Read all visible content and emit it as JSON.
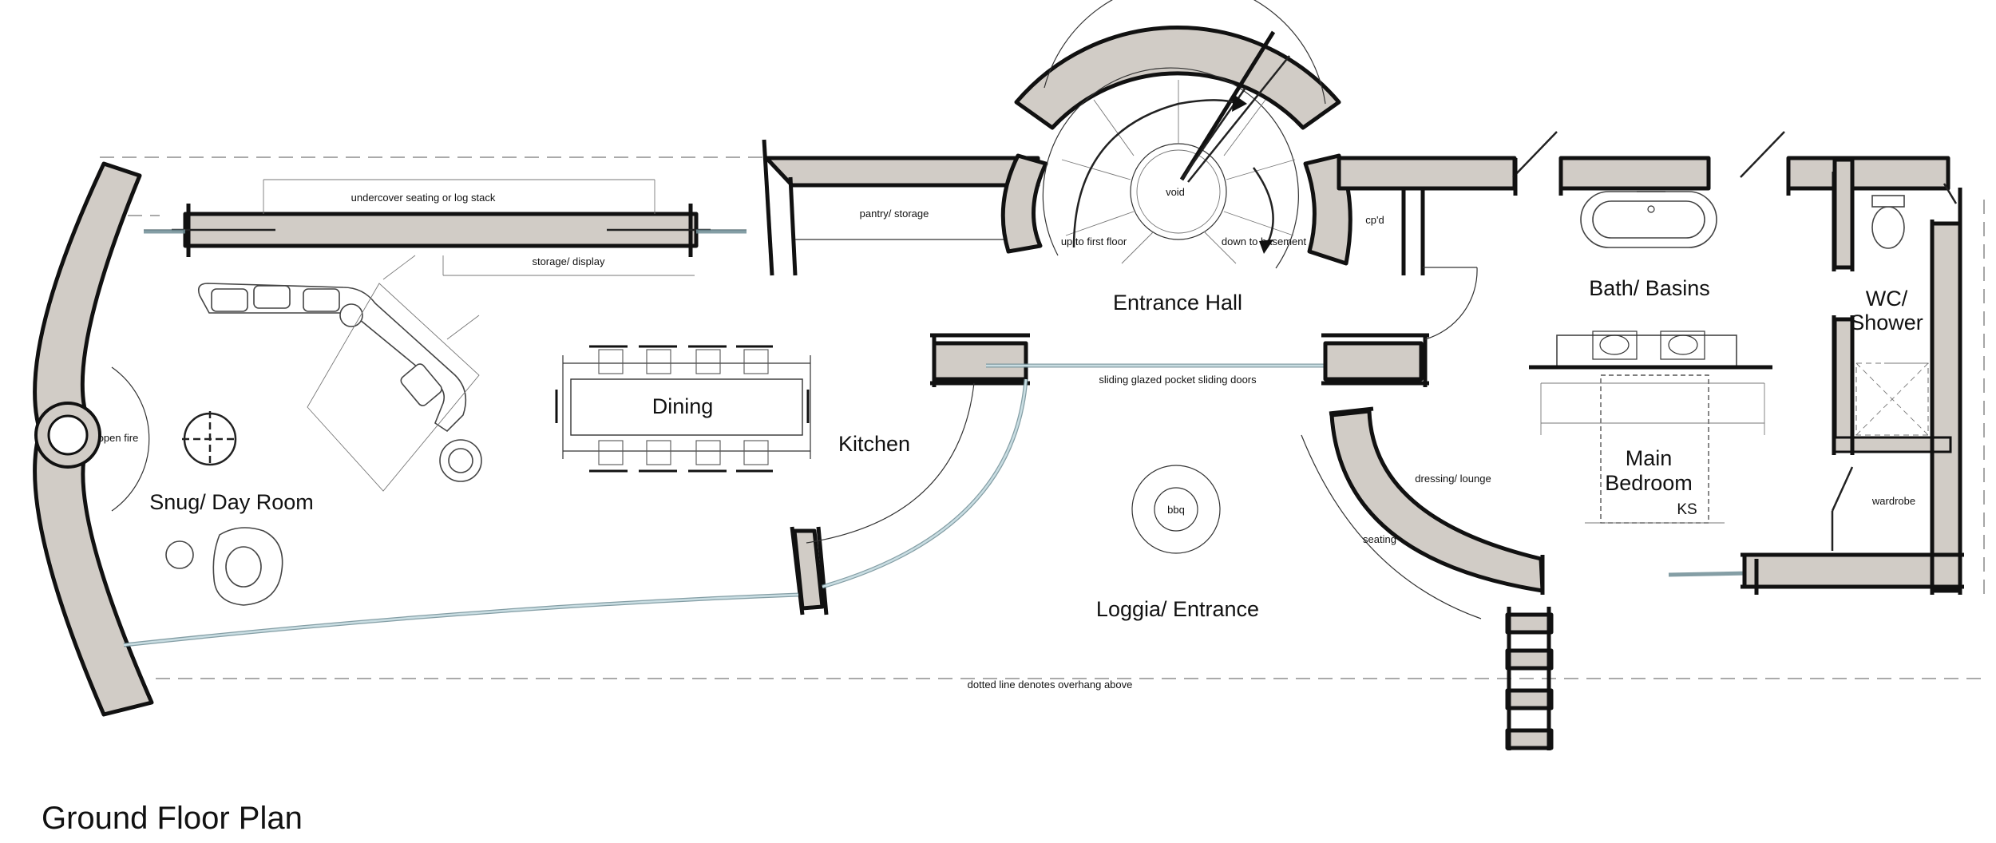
{
  "title": "Ground Floor Plan",
  "rooms": {
    "snug": "Snug/ Day Room",
    "dining": "Dining",
    "kitchen": "Kitchen",
    "entrance_hall": "Entrance Hall",
    "loggia": "Loggia/ Entrance",
    "bath": "Bath/ Basins",
    "wc_line1": "WC/",
    "wc_line2": "Shower",
    "bedroom_line1": "Main",
    "bedroom_line2": "Bedroom",
    "bedroom_bed": "KS"
  },
  "notes": {
    "undercover": "undercover seating or log stack",
    "storage_display": "storage/ display",
    "pantry": "pantry/ storage",
    "void": "void",
    "up": "up to first floor",
    "down": "down to basement",
    "cpd": "cp'd",
    "sliding": "sliding glazed pocket sliding doors",
    "open_fire": "open fire",
    "bbq": "bbq",
    "dressing": "dressing/ lounge",
    "seating": "seating",
    "wardrobe": "wardrobe",
    "overhang": "dotted line denotes overhang above"
  },
  "legend_colors": {
    "wall_fill": "#d1ccc6",
    "glazing": "#6f8d95"
  }
}
